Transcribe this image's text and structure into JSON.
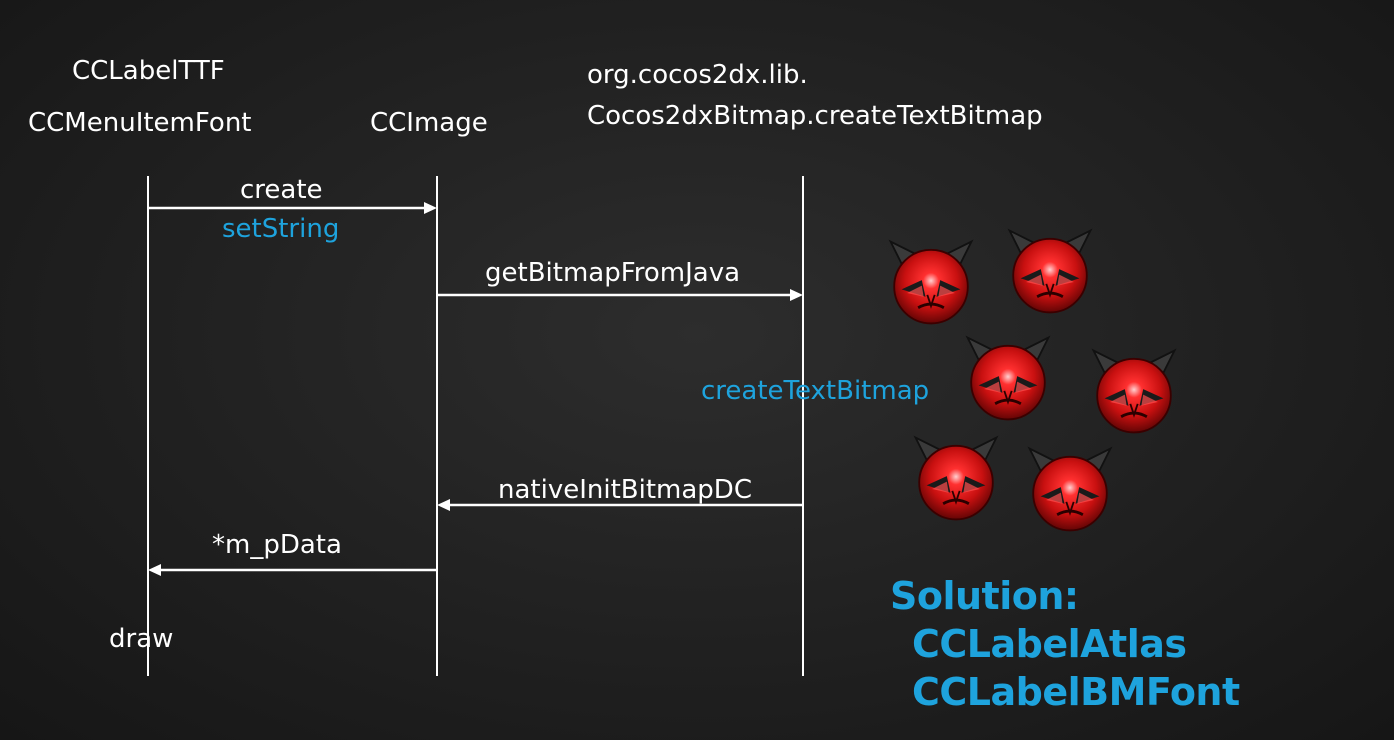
{
  "participants": {
    "p1_line1": "CCLabelTTF",
    "p1_line2": "CCMenuItemFont",
    "p2": "CCImage",
    "p3_line1": "org.cocos2dx.lib.",
    "p3_line2": "Cocos2dxBitmap.createTextBitmap"
  },
  "messages": {
    "create": "create",
    "set_string": "setString",
    "get_bitmap": "getBitmapFromJava",
    "create_text_bitmap": "createTextBitmap",
    "native_init": "nativeInitBitmapDC",
    "m_pdata": "*m_pData",
    "draw": "draw"
  },
  "solution": {
    "heading": "Solution:",
    "item1": "CCLabelAtlas",
    "item2": "CCLabelBMFont"
  },
  "colors": {
    "text": "#ffffff",
    "accent": "#1ea3dd",
    "devil": "#e01818"
  },
  "icons": [
    "devil-icon",
    "devil-icon",
    "devil-icon",
    "devil-icon",
    "devil-icon",
    "devil-icon"
  ]
}
